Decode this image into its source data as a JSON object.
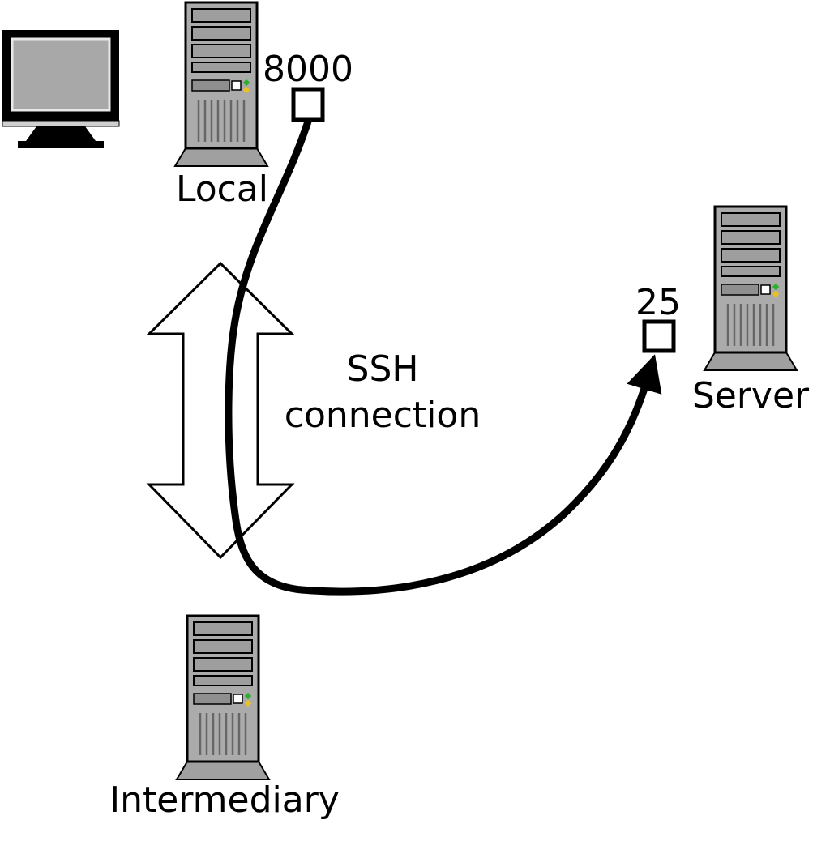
{
  "diagram": {
    "nodes": {
      "local": {
        "label": "Local",
        "port": "8000"
      },
      "intermediary": {
        "label": "Intermediary"
      },
      "server": {
        "label": "Server",
        "port": "25"
      }
    },
    "connection": {
      "line1": "SSH",
      "line2": "connection"
    },
    "colors": {
      "tower_body": "#ababab",
      "tower_base": "#a0a0a0",
      "outline": "#000000",
      "led_green": "#2fae2f",
      "led_yellow": "#e8c02a",
      "port_box": "#ffffff",
      "cable": "#000000"
    }
  }
}
